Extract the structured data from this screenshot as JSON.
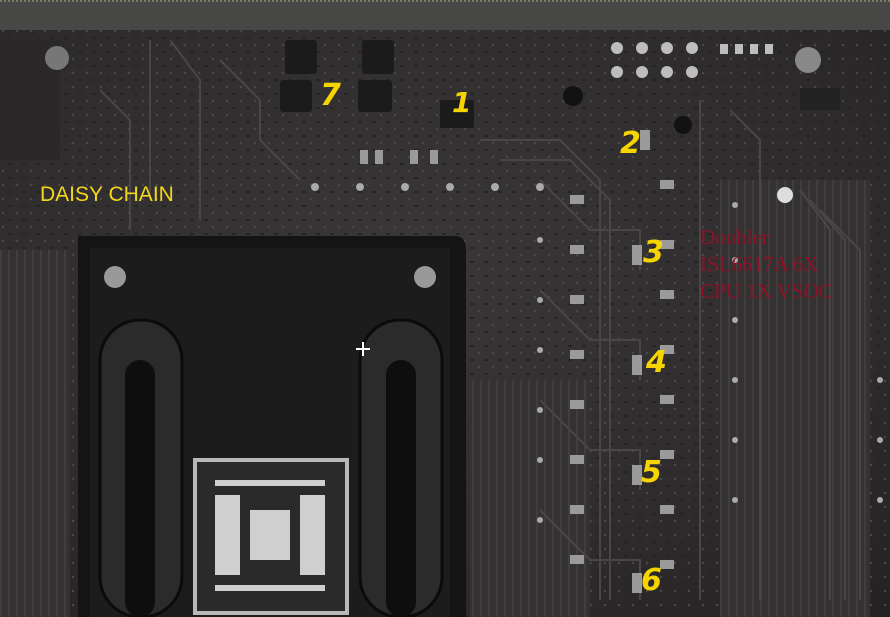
{
  "annotations": {
    "daisy_chain": "DAISY CHAIN",
    "doubler_lines": [
      "Doubler",
      "ISL6617A  6X",
      "CPU 1X VSOC"
    ],
    "phase_numbers": [
      "7",
      "1",
      "2",
      "3",
      "4",
      "5",
      "6"
    ]
  },
  "colors": {
    "board": "#2e2c2d",
    "label_yellow": "#f2d81c",
    "label_red": "#8e1225"
  }
}
